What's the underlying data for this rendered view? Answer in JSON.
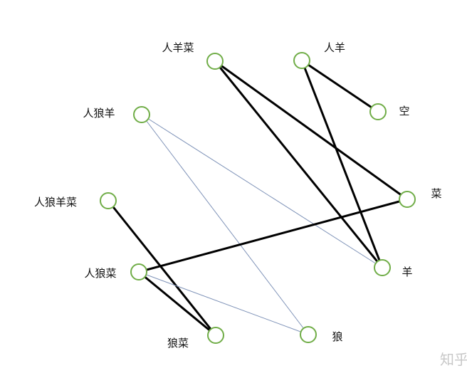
{
  "nodes": [
    {
      "id": "renyangcai",
      "label": "人羊菜"
    },
    {
      "id": "renyang",
      "label": "人羊"
    },
    {
      "id": "kong",
      "label": "空"
    },
    {
      "id": "renlangyang",
      "label": "人狼羊"
    },
    {
      "id": "cai",
      "label": "菜"
    },
    {
      "id": "renlangyangcai",
      "label": "人狼羊菜"
    },
    {
      "id": "yang",
      "label": "羊"
    },
    {
      "id": "renlangcai",
      "label": "人狼菜"
    },
    {
      "id": "langcai",
      "label": "狼菜"
    },
    {
      "id": "lang",
      "label": "狼"
    }
  ],
  "edges": [
    {
      "from": "renyangcai",
      "to": "cai",
      "style": "heavy"
    },
    {
      "from": "renyangcai",
      "to": "yang",
      "style": "heavy"
    },
    {
      "from": "renyang",
      "to": "kong",
      "style": "heavy"
    },
    {
      "from": "renyang",
      "to": "yang",
      "style": "heavy"
    },
    {
      "from": "renlangyang",
      "to": "yang",
      "style": "light"
    },
    {
      "from": "renlangyang",
      "to": "lang",
      "style": "light"
    },
    {
      "from": "renlangyangcai",
      "to": "langcai",
      "style": "heavy"
    },
    {
      "from": "renlangcai",
      "to": "cai",
      "style": "heavy"
    },
    {
      "from": "renlangcai",
      "to": "langcai",
      "style": "heavy"
    },
    {
      "from": "renlangcai",
      "to": "lang",
      "style": "light"
    }
  ],
  "colors": {
    "node_stroke": "#70ad47",
    "heavy_edge": "#000000",
    "light_edge": "#7f93b8"
  },
  "watermark": "知乎"
}
